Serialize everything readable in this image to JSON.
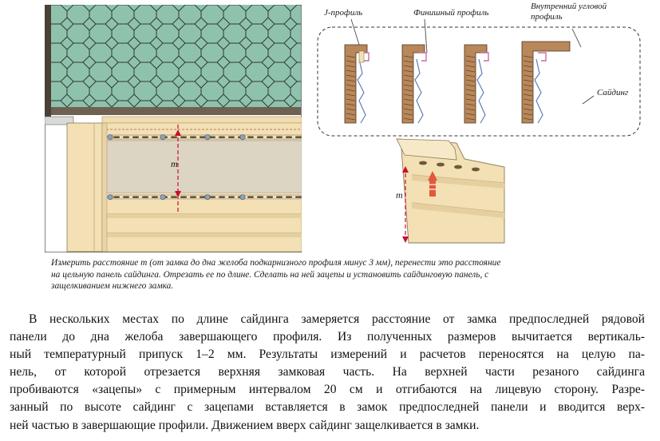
{
  "figure": {
    "labels": {
      "j_profile": "J-профиль",
      "finish_profile": "Финишный профиль",
      "inner_corner": "Внутренний угловой",
      "inner_corner_2": "профиль",
      "siding": "Сайдинг",
      "m_left": "m",
      "m_right": "m"
    },
    "colors": {
      "roof_tile": "#8fc2ad",
      "roof_edge": "#4a4035",
      "siding_panel": "#f3e0b5",
      "siding_shadow": "#e6cf9f",
      "dimension": "#c8102e",
      "arrow": "#e2583a",
      "board_wood": "#b8875a",
      "profile_blue": "#5d7fb8",
      "profile_pink": "#c96fa3"
    }
  },
  "caption": {
    "lines": [
      "Измерить расстояние m (от замка до дна желоба подкарнизного профиля минус 3 мм), перенести это расстояние",
      "на цельную панель сайдинга. Отрезать ее по длине. Сделать на ней зацепы и установить сайдинговую панель, с",
      "защелкиванием нижнего замка."
    ]
  },
  "body": {
    "lines": [
      "В нескольких местах по длине сайдинга замеряется расстояние от замка предпоследней рядовой",
      "панели до дна желоба завершающего профиля. Из полученных размеров вычитается вертикаль-",
      "ный температурный припуск 1–2 мм. Результаты измерений и расчетов переносятся на целую па-",
      "нель, от которой отрезается верхняя замковая часть. На верхней части резаного сайдинга",
      "пробиваются «зацепы» с примерным интервалом 20 см и отгибаются на лицевую сторону. Разре-",
      "занный по высоте сайдинг с зацепами вставляется в замок предпоследней панели и вводится верх-",
      "ней частью в завершающие профили. Движением вверх сайдинг защелкивается в замки."
    ]
  }
}
